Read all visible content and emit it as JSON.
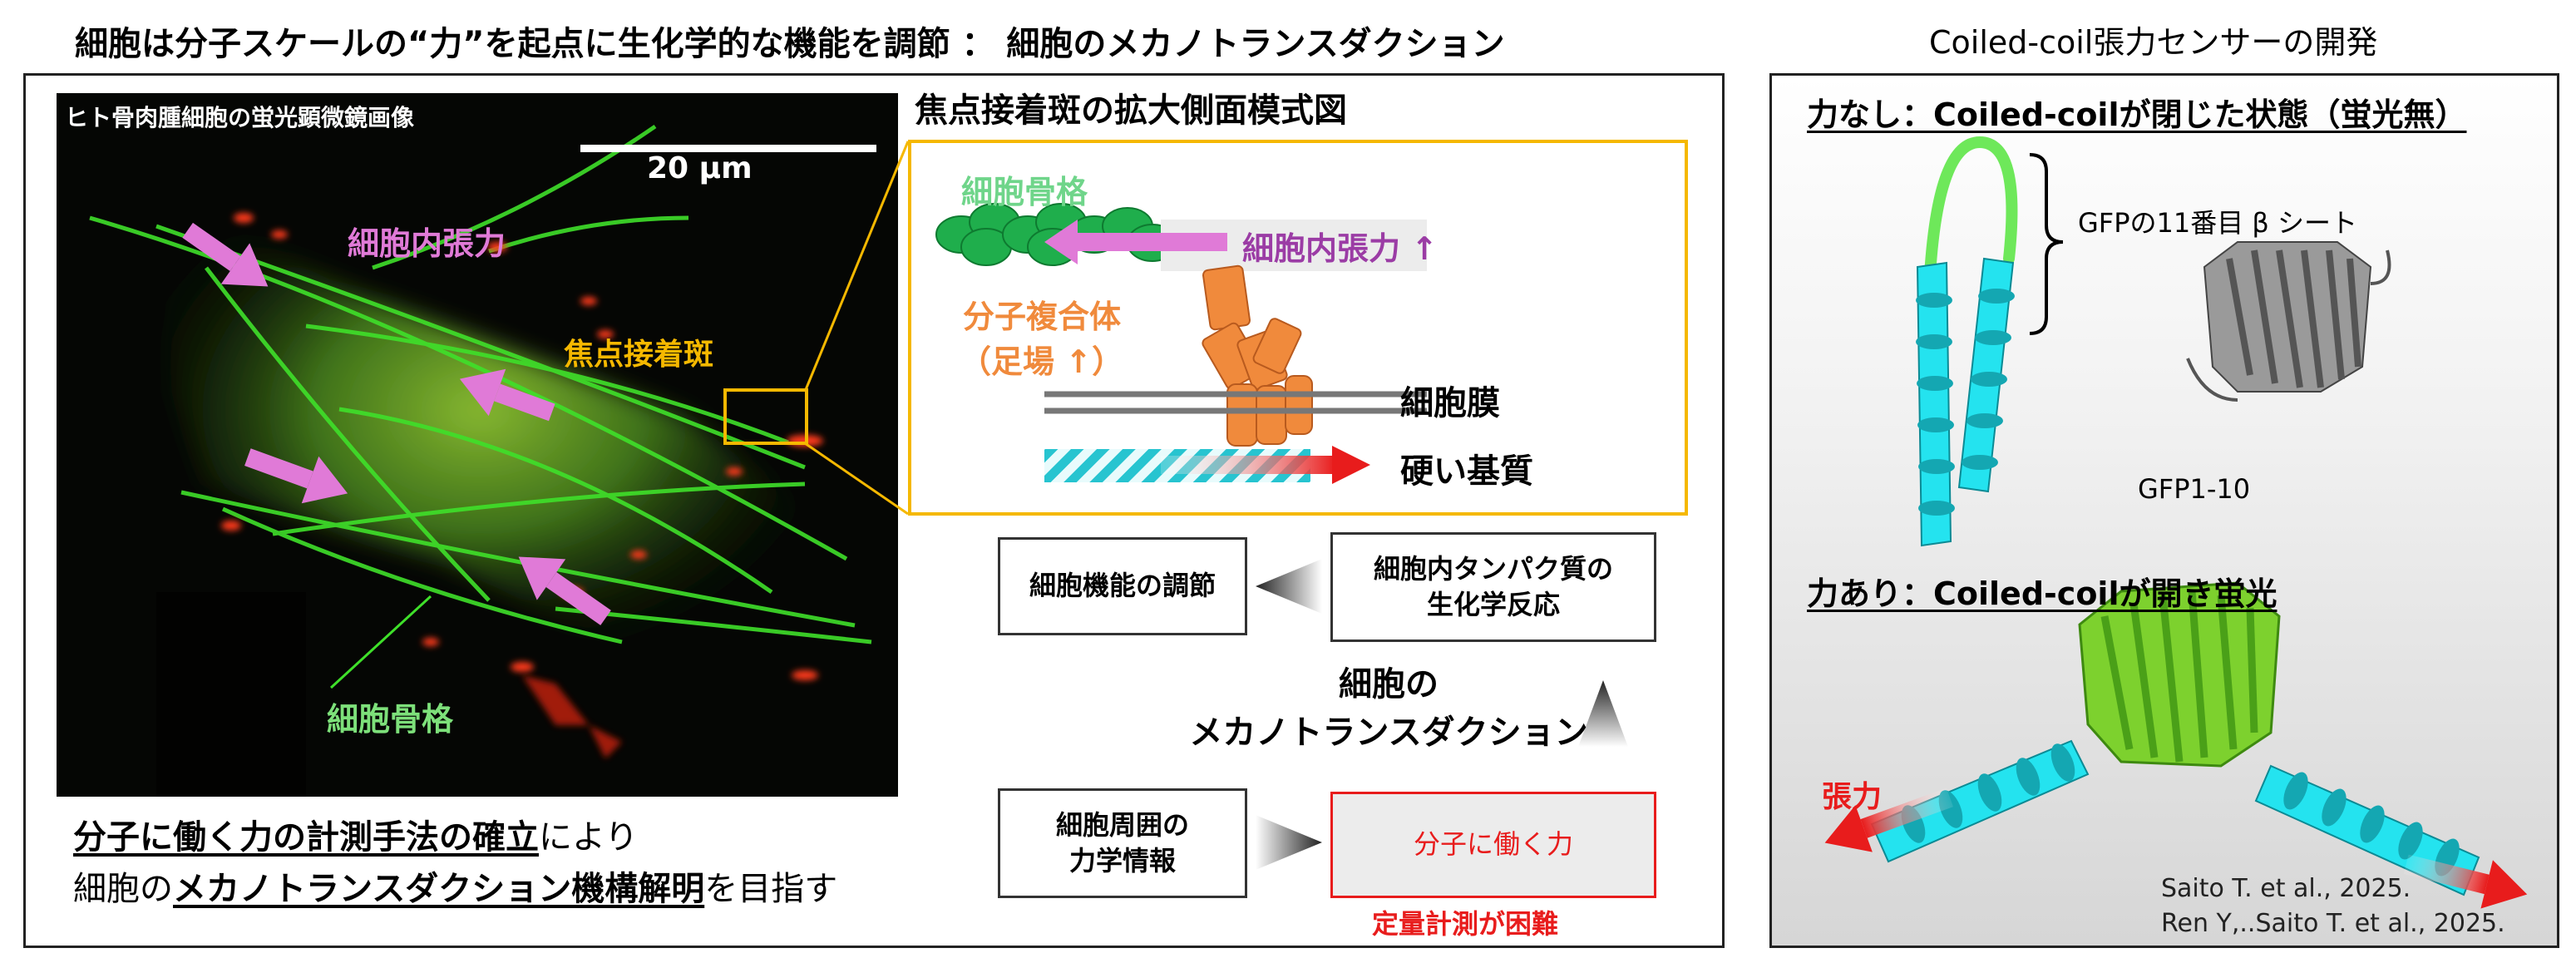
{
  "left_panel": {
    "title": "細胞は分子スケールの“力”を起点に生化学的な機能を調節 ： 細胞のメカノトランスダクション",
    "micrograph": {
      "caption": "ヒト骨肉腫細胞の蛍光顕微鏡画像",
      "scale_bar": "20 µm",
      "label_tension": "細胞内張力",
      "label_adhesion": "焦点接着斑",
      "label_cytoskeleton": "細胞骨格"
    },
    "schematic": {
      "title": "焦点接着斑の拡大側面模式図",
      "cytoskeleton": "細胞骨格",
      "tension": "細胞内張力 ↑",
      "complex_line1": "分子複合体",
      "complex_line2": "（足場 ↑）",
      "membrane": "細胞膜",
      "substrate": "硬い基質"
    },
    "flow": {
      "regulation": "細胞機能の調節",
      "biochem": "細胞内タンパク質の\n生化学反応",
      "center_line1": "細胞の",
      "center_line2": "メカノトランスダクション",
      "environment": "細胞周囲の\n力学情報",
      "molecular_force": "分子に働く力",
      "difficulty": "定量計測が困難"
    },
    "goal": {
      "l1_u": "分子に働く力の計測手法の確立",
      "l1_rest": "により",
      "l2_a": "細胞の",
      "l2_u": "メカノトランスダクション機構解明",
      "l2_rest": "を目指す"
    }
  },
  "right_panel": {
    "title": "Coiled-coil張力センサーの開発",
    "no_force": "力なし：Coiled-coilが閉じた状態（蛍光無）",
    "beta_label": "GFPの11番目 β シート",
    "gfp_label": "GFP1-10",
    "with_force": "力あり：Coiled-coilが開き蛍光",
    "tension": "張力",
    "ref1": "Saito T. et al., 2025.",
    "ref2": "Ren Y,..Saito T. et al., 2025."
  },
  "colors": {
    "green": "#2ecc40",
    "pink": "#e07ad7",
    "orange": "#f08a3c",
    "gold": "#f5b800",
    "cyan": "#24e3ef",
    "red": "#e81c1c"
  }
}
